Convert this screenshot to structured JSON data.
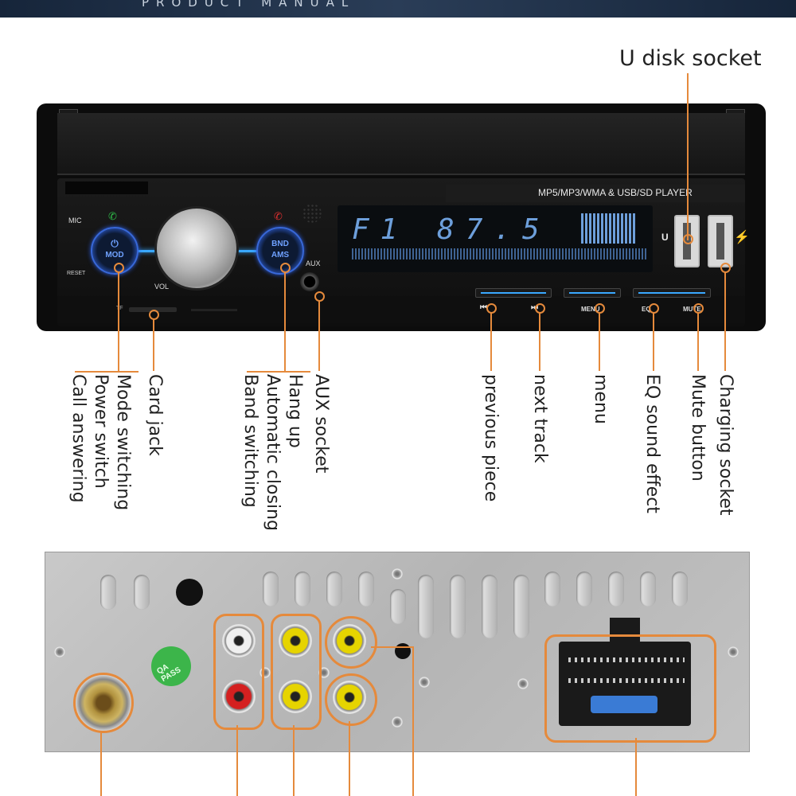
{
  "banner": {
    "text": "PRODUCT MANUAL"
  },
  "usb_callout": {
    "label": "U disk socket"
  },
  "front_panel": {
    "player_title": "MP5/MP3/WMA & USB/SD PLAYER",
    "mic_label": "MIC",
    "reset_label": "RESET",
    "mod_icon": "power-icon",
    "mod_label": "MOD",
    "vol_label": "VOL",
    "bnd_label": "BND",
    "ams_label": "AMS",
    "aux_label": "AUX",
    "display_text": "F1 87.5",
    "tf_label": "TF",
    "menu_label": "MENU",
    "eq_label": "EQ",
    "mute_label": "MUTE",
    "u_label": "U",
    "prev_icon": "previous-track-icon",
    "next_icon": "next-track-icon",
    "charge_icon": "lightning-bolt-icon"
  },
  "callouts": {
    "mod_lines": [
      "Mode switching",
      "Power switch",
      "Call answering"
    ],
    "card_jack": "Card jack",
    "bnd_lines": [
      "Hang up",
      "Automatic closing",
      "Band switching"
    ],
    "aux_socket": "AUX socket",
    "previous_piece": "previous piece",
    "next_track": "next track",
    "menu": "menu",
    "eq": "EQ sound effect",
    "mute": "Mute button",
    "charging": "Charging socket"
  },
  "rear_panel": {
    "qa_badge": "QA PASS"
  },
  "colors": {
    "callout": "#e58a3c",
    "banner": "#1e2f45",
    "button_glow": "#3868d8",
    "display_text": "#7fb9ff"
  }
}
